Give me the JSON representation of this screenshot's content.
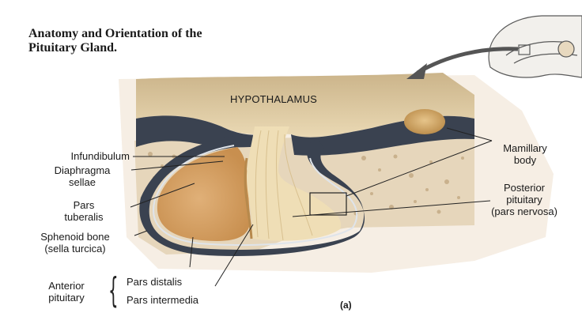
{
  "title": {
    "line1": "Anatomy and Orientation of the",
    "line2": "Pituitary Gland."
  },
  "labels": {
    "hypothalamus": "HYPOTHALAMUS",
    "infundibulum": "Infundibulum",
    "diaphragma_1": "Diaphragma",
    "diaphragma_2": "sellae",
    "pars_tuberalis_1": "Pars",
    "pars_tuberalis_2": "tuberalis",
    "sphenoid_1": "Sphenoid bone",
    "sphenoid_2": "(sella turcica)",
    "anterior_1": "Anterior",
    "anterior_2": "pituitary",
    "pars_distalis": "Pars distalis",
    "pars_intermedia": "Pars intermedia",
    "mamillary_1": "Mamillary",
    "mamillary_2": "body",
    "posterior_1": "Posterior",
    "posterior_2": "pituitary",
    "posterior_3": "(pars nervosa)",
    "panel": "(a)"
  },
  "colors": {
    "bone": "#e8d9bf",
    "hypothalamus": "#e3cfa5",
    "anterior_lobe": "#d9a86a",
    "posterior_lobe": "#eedcb2",
    "dura": "#3a4250"
  }
}
